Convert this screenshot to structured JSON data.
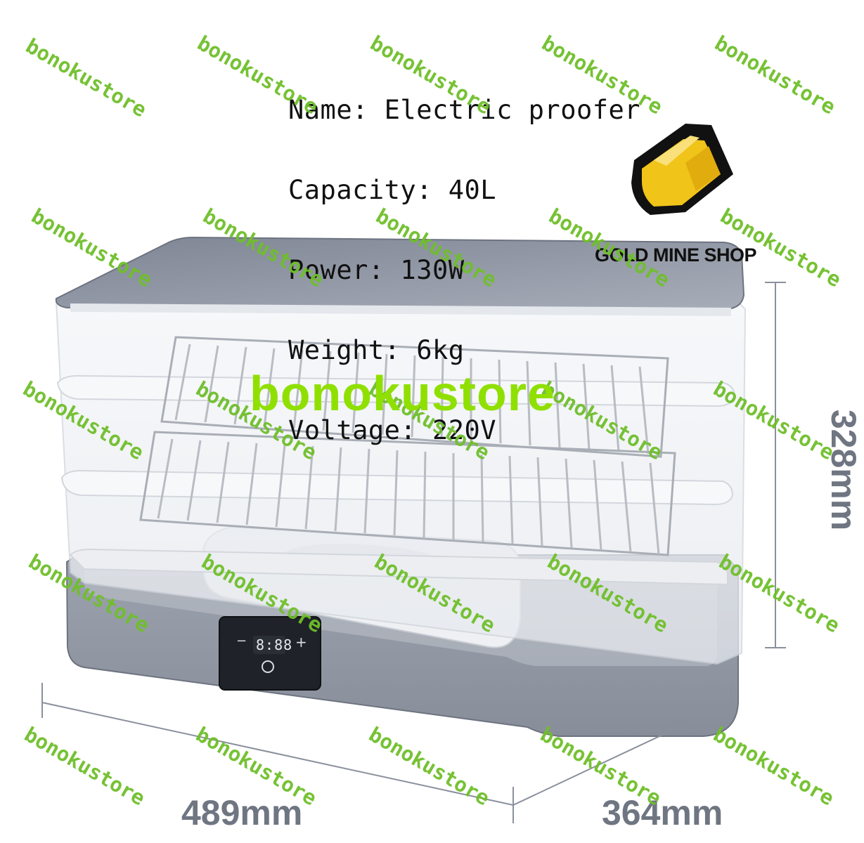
{
  "specs": {
    "name": "Name: Electric proofer",
    "capacity": "Capacity: 40L",
    "power": "Power: 130W",
    "weight": "Weight: 6kg",
    "voltage": "Voltage: 220V"
  },
  "logo": {
    "caption": "GOLD MINE SHOP",
    "icon": "gold-bar-icon"
  },
  "dimensions": {
    "width": "489mm",
    "depth": "364mm",
    "height": "328mm"
  },
  "panel": {
    "display": "8:88",
    "minus": "−",
    "plus": "+",
    "power_icon": "power-icon"
  },
  "watermark": {
    "text": "bonokustore",
    "center_text": "bonokustore"
  },
  "colors": {
    "watermark": "#6fbf2a",
    "watermark_center": "#8fe000",
    "gold": "#f0c419",
    "body": "#8a909c"
  }
}
